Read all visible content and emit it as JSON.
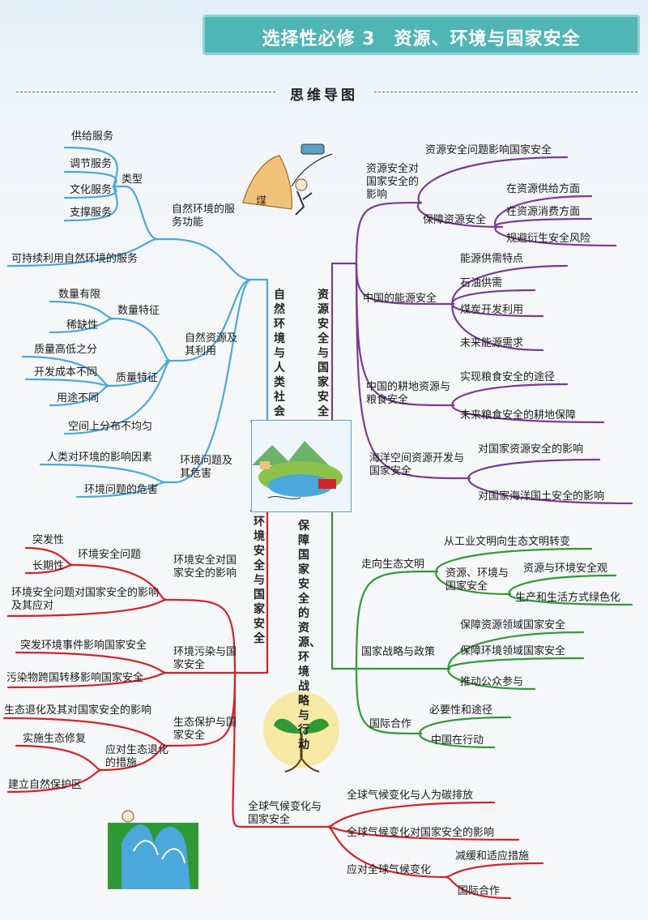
{
  "banner_title": "选择性必修 3　资源、环境与国家安全",
  "subtitle": "思维导图",
  "colors": {
    "banner": "#4fb5b5",
    "blue": "#4aa8dc",
    "purple": "#7a3a96",
    "red": "#d4212a",
    "green": "#2f9a35"
  },
  "branch_nature": {
    "title": "自然环境与人类社会",
    "service": {
      "label": "自然环境的服务功能",
      "types_label": "类型",
      "types": [
        "供给服务",
        "调节服务",
        "文化服务",
        "支撑服务"
      ],
      "sustain": "可持续利用自然环境的服务"
    },
    "resources": {
      "label": "自然资源及其利用",
      "quantity_label": "数量特征",
      "quantity": [
        "数量有限",
        "稀缺性"
      ],
      "quality_label": "质量特征",
      "quality": [
        "质量高低之分",
        "开发成本不同",
        "用途不同"
      ],
      "uneven": "空间上分布不均匀"
    },
    "problems": {
      "label": "环境问题及其危害",
      "items": [
        "人类对环境的影响因素",
        "环境问题的危害"
      ]
    }
  },
  "branch_resource": {
    "title": "资源安全与国家安全",
    "impact": {
      "label": "资源安全对国家安全的影响",
      "items": [
        "资源安全问题影响国家安全",
        "保障资源安全"
      ],
      "guarantee": [
        "在资源供给方面",
        "在资源消费方面",
        "规避衍生安全风险"
      ]
    },
    "energy": {
      "label": "中国的能源安全",
      "items": [
        "能源供需特点",
        "石油供需",
        "煤炭开发利用",
        "未来能源需求"
      ]
    },
    "farmland": {
      "label": "中国的耕地资源与粮食安全",
      "items": [
        "实现粮食安全的途径",
        "未来粮食安全的耕地保障"
      ]
    },
    "ocean": {
      "label": "海洋空间资源开发与国家安全",
      "items": [
        "对国家资源安全的影响",
        "对国家海洋国土安全的影响"
      ]
    }
  },
  "branch_environment": {
    "title": "环境安全与国家安全",
    "env_security": {
      "label": "环境安全对国家安全的影响",
      "problem": "环境安全问题",
      "problem_items": [
        "突发性",
        "长期性"
      ],
      "response": "环境安全问题对国家安全的影响及其应对"
    },
    "pollution": {
      "label": "环境污染与国家安全",
      "items": [
        "突发环境事件影响国家安全",
        "污染物跨国转移影响国家安全"
      ]
    },
    "ecology": {
      "label": "生态保护与国家安全",
      "degradation": "生态退化及其对国家安全的影响",
      "measures": "应对生态退化的措施",
      "measure_items": [
        "实施生态修复",
        "建立自然保护区"
      ]
    },
    "climate": {
      "label": "全球气候变化与国家安全",
      "items": [
        "全球气候变化与人为碳排放",
        "全球气候变化对国家安全的影响"
      ],
      "respond": "应对全球气候变化",
      "respond_items": [
        "减缓和适应措施",
        "国际合作"
      ]
    }
  },
  "branch_strategy": {
    "title": "保障国家安全的资源、环境战略与行动",
    "eco_civ": {
      "label": "走向生态文明",
      "transition": "从工业文明向生态文明转变",
      "core": "资源、环境与国家安全",
      "core_items": [
        "资源与环境安全观",
        "生产和生活方式绿色化"
      ]
    },
    "policy": {
      "label": "国家战略与政策",
      "items": [
        "保障资源领域国家安全",
        "保障环境领域国家安全",
        "推动公众参与"
      ]
    },
    "intl": {
      "label": "国际合作",
      "items": [
        "必要性和途径",
        "中国在行动"
      ]
    }
  },
  "illustration_text": "煤"
}
